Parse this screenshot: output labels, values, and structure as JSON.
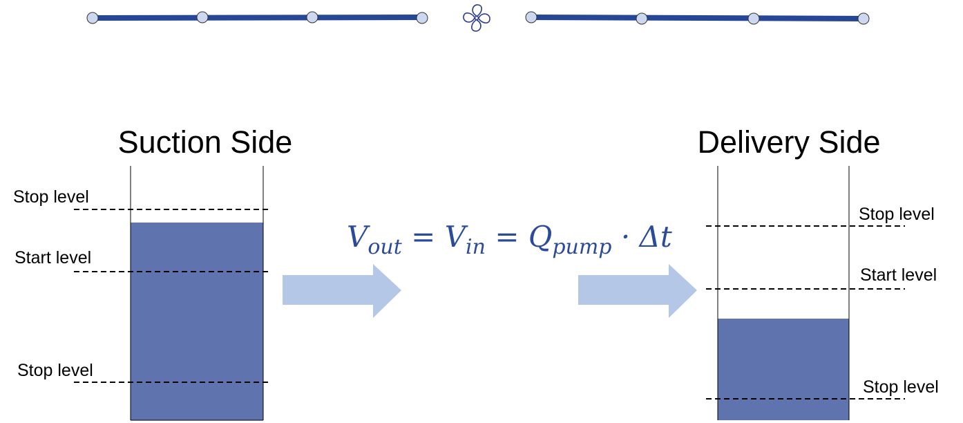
{
  "colors": {
    "pipe": "#264796",
    "node": "#cdd8f0",
    "water": "#5f74ae",
    "arrow": "#b4c7e7",
    "equation": "#2c4a9a"
  },
  "pump_icon": "fan-icon",
  "suction": {
    "title": "Suction Side",
    "labels": {
      "stop_top": "Stop level",
      "start": "Start level",
      "stop_bottom": "Stop level"
    },
    "fill_fraction": 0.78
  },
  "delivery": {
    "title": "Delivery Side",
    "labels": {
      "stop_top": "Stop level",
      "start": "Start level",
      "stop_bottom": "Stop level"
    },
    "fill_fraction": 0.4
  },
  "equation": {
    "v_out": "V",
    "v_out_sub": "out",
    "eq1": " = ",
    "v_in": "V",
    "v_in_sub": "in",
    "eq2": " = ",
    "q": "Q",
    "q_sub": "pump",
    "rest": " · Δt"
  }
}
